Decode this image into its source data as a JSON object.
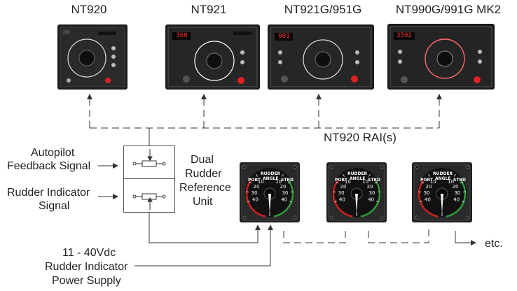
{
  "panels": [
    {
      "name": "NT920",
      "readout": "",
      "ring": "#dddddd"
    },
    {
      "name": "NT921",
      "readout": "360",
      "ring": "#ffffff"
    },
    {
      "name": "NT921G/951G",
      "readout": "001",
      "ring": "#dddddd"
    },
    {
      "name": "NT990G/991G MK2",
      "readout": "3592",
      "ring": "#ff6a6a"
    }
  ],
  "rai_title": "NT920 RAI(s)",
  "rai_units": [
    {
      "top_label": "RUDDER",
      "sub_label": "ANGLE",
      "port": "PORT",
      "stbd": "STBD",
      "ticks": [
        "40",
        "30",
        "20",
        "10",
        "10",
        "20",
        "30",
        "40"
      ]
    },
    {
      "top_label": "RUDDER",
      "sub_label": "ANGLE",
      "port": "PORT",
      "stbd": "STBD",
      "ticks": [
        "40",
        "30",
        "20",
        "10",
        "10",
        "20",
        "30",
        "40"
      ]
    },
    {
      "top_label": "RUDDER",
      "sub_label": "ANGLE",
      "port": "PORT",
      "stbd": "STBD",
      "ticks": [
        "40",
        "30",
        "20",
        "10",
        "10",
        "20",
        "30",
        "40"
      ]
    }
  ],
  "labels": {
    "autopilot_line1": "Autopilot",
    "autopilot_line2": "Feedback Signal",
    "rudder_ind_line1": "Rudder Indicator",
    "rudder_ind_line2": "Signal",
    "dual_line1": "Dual",
    "dual_line2": "Rudder",
    "dual_line3": "Reference",
    "dual_line4": "Unit",
    "power_line1": "11 - 40Vdc",
    "power_line2": "Rudder Indicator",
    "power_line3": "Power Supply",
    "etc": "etc."
  },
  "colors": {
    "panel_bg": "#1c1c1c",
    "digit": "#ff2a2a",
    "port_arc": "#cc2222",
    "stbd_arc": "#2e9a3a",
    "wire": "#333333"
  }
}
